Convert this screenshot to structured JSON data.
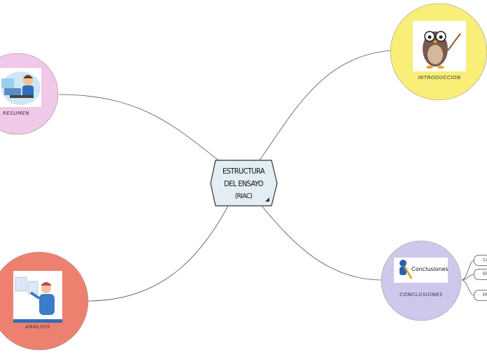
{
  "center": {
    "line1": "ESTRUCTURA",
    "line2": "DEL ENSAYO",
    "line3": "(RIAC)"
  },
  "nodes": {
    "resumen": {
      "label": "RESUMEN",
      "color": "#f0c8e8"
    },
    "introduccion": {
      "label": "INTRODUCCION",
      "color": "#f8ee78"
    },
    "analisis": {
      "label": "ANALISIS",
      "color": "#ee8070"
    },
    "conclusiones": {
      "label": "CONCLUSIONES",
      "color": "#cfc8ec",
      "image_text": "Conclusiones"
    }
  },
  "leaves": [
    "CA",
    "EF",
    "EN"
  ],
  "colors": {
    "line": "#555555",
    "center_fill": "#e2eef4",
    "center_border": "#333333"
  }
}
